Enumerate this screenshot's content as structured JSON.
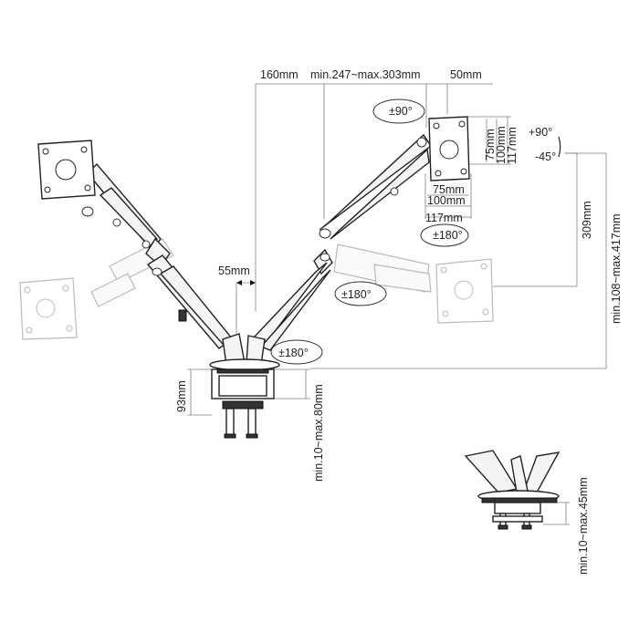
{
  "dimensions": {
    "arm_reach_160": "160mm",
    "span_range": "min.247~max.303mm",
    "offset_50": "50mm",
    "pole_gap_55": "55mm",
    "vesa_v_75": "75mm",
    "vesa_v_100": "100mm",
    "vesa_v_117": "117mm",
    "vesa_h_75": "75mm",
    "vesa_h_100": "100mm",
    "vesa_h_117": "117mm",
    "drop_309": "309mm",
    "height_range": "min.108~max.417mm",
    "clamp_height_93": "93mm",
    "clamp_range": "min.10~max.80mm",
    "grommet_range": "min.10~max.45mm"
  },
  "angles": {
    "swivel_90": "±90°",
    "tilt_up": "+90°",
    "tilt_down": "-45°",
    "rotate_180_a": "±180°",
    "rotate_180_b": "±180°",
    "rotate_180_c": "±180°"
  },
  "colors": {
    "line": "#222222",
    "dim_line": "#7f7f7f",
    "ghost": "#bbbbbb"
  }
}
